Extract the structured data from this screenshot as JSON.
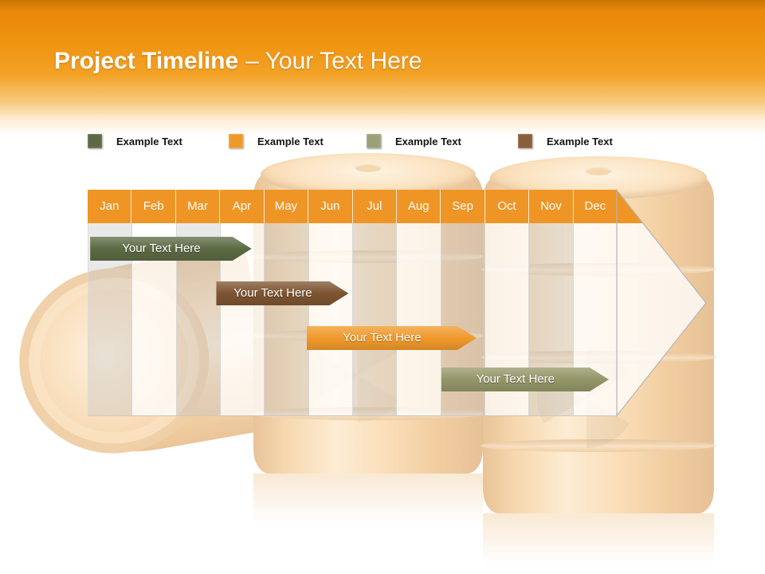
{
  "title": {
    "main": "Project Timeline",
    "suffix": "– Your Text Here",
    "color": "#FFFFFF"
  },
  "header": {
    "band_top_color": "#C97404",
    "band_mid_color": "#F3A226",
    "band_bottom_color": "#FFFFFF"
  },
  "legend": {
    "items": [
      {
        "label": "Example Text",
        "color": "#5C6A44"
      },
      {
        "label": "Example Text",
        "color": "#F0992B"
      },
      {
        "label": "Example Text",
        "color": "#9AA077"
      },
      {
        "label": "Example Text",
        "color": "#8A5D3B"
      }
    ]
  },
  "timeline": {
    "type": "gantt-timeline",
    "header_color": "#EF9526",
    "months": [
      "Jan",
      "Feb",
      "Mar",
      "Apr",
      "May",
      "Jun",
      "Jul",
      "Aug",
      "Sep",
      "Oct",
      "Nov",
      "Dec"
    ],
    "bars": [
      {
        "label": "Your Text Here",
        "color": "#5C6A44",
        "start_month_index": 0.04,
        "end_month_index": 3.7
      },
      {
        "label": "Your Text Here",
        "color": "#7E5431",
        "start_month_index": 2.9,
        "end_month_index": 5.9
      },
      {
        "label": "Your Text Here",
        "color": "#F0992B",
        "start_month_index": 4.95,
        "end_month_index": 8.8
      },
      {
        "label": "Your Text Here",
        "color": "#939768",
        "start_month_index": 8.0,
        "end_month_index": 11.8
      }
    ]
  }
}
